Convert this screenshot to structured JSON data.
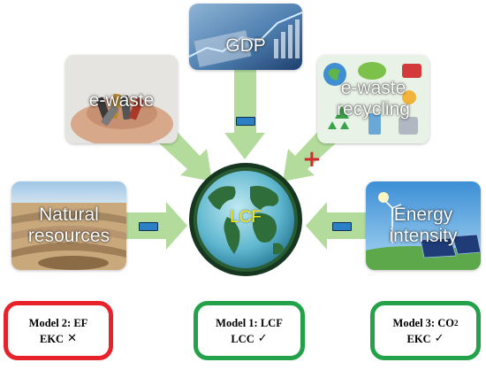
{
  "diagram": {
    "center_label": "LCF",
    "factors": [
      {
        "label": "GDP",
        "sign": "negative"
      },
      {
        "label": "e-waste",
        "sign": "none"
      },
      {
        "label": "e-waste recycling",
        "sign": "positive"
      },
      {
        "label": "Natural resources",
        "sign": "negative"
      },
      {
        "label": "Energy intensity",
        "sign": "negative"
      }
    ],
    "models": [
      {
        "line1": "Model 2: EF",
        "line2": "EKC",
        "mark": "✕",
        "result": "rejected",
        "color": "#e8222a"
      },
      {
        "line1": "Model 1: LCF",
        "line2": "LCC",
        "mark": "✓",
        "result": "supported",
        "color": "#24a24a"
      },
      {
        "line1_pre": "Model 3: CO",
        "line1_sub": "2",
        "line2": "EKC",
        "mark": "✓",
        "result": "supported",
        "color": "#24a24a"
      }
    ],
    "colors": {
      "arrow": "#b3dc9c",
      "minus_sign": "#2b7fc5",
      "plus_sign": "#d22c2c",
      "center_text": "#f5ea1b"
    }
  }
}
